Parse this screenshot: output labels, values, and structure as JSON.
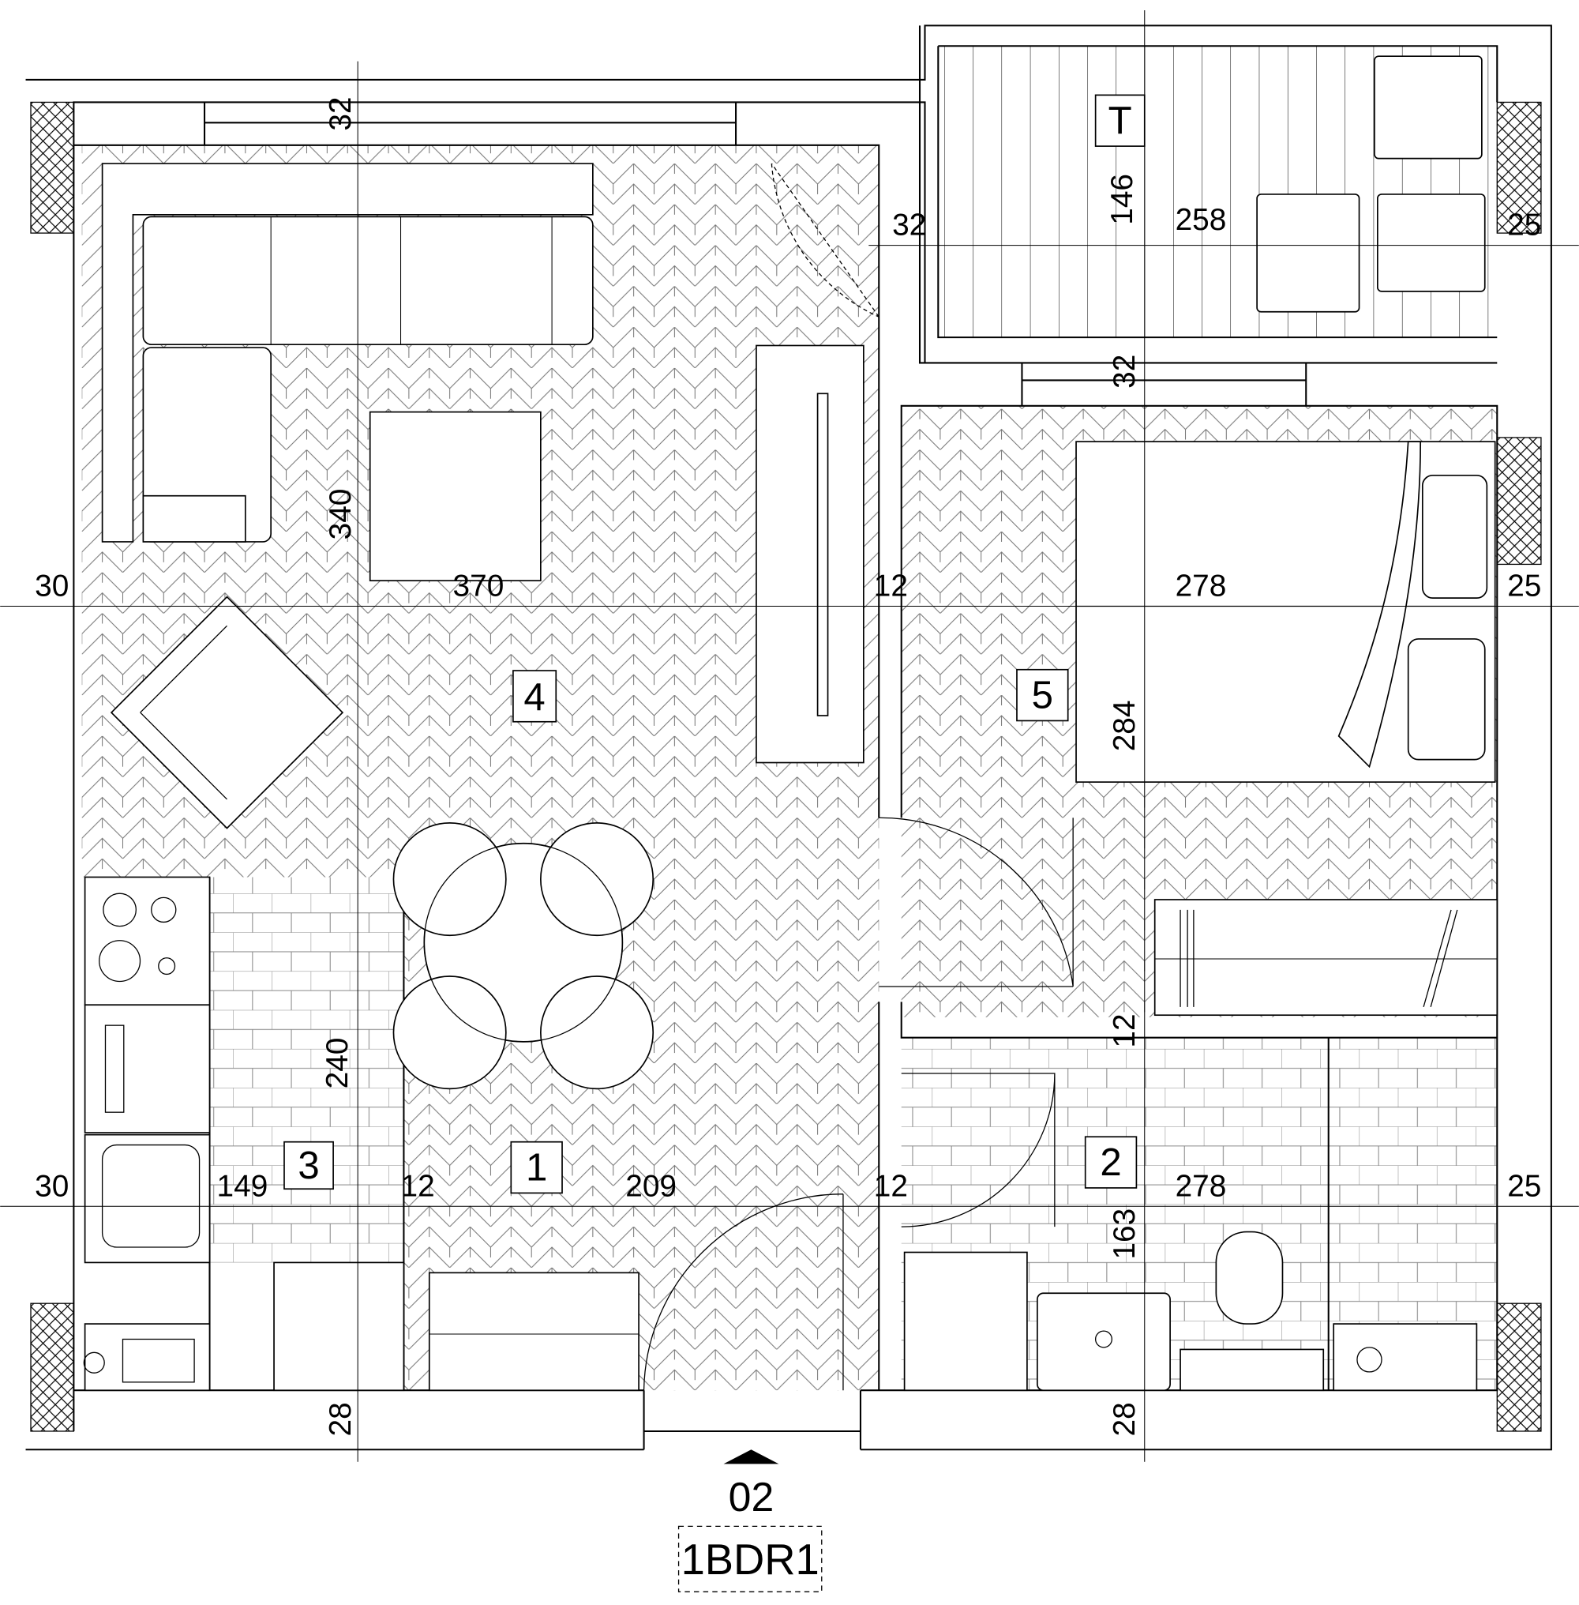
{
  "plan": {
    "unit_code": "1BDR1",
    "section_marker": "02",
    "rooms": {
      "living": "4",
      "hall": "1",
      "kitchen": "3",
      "bath": "2",
      "bedroom": "5",
      "terrace": "T"
    },
    "dimensions": {
      "top_wall_left": "32",
      "top_wall_right": "32",
      "terrace_door_wall": "32",
      "terrace_depth": "146",
      "terrace_width": "258",
      "terrace_right_wall": "25",
      "left_wall_upper": "30",
      "living_width": "370",
      "living_depth": "340",
      "partition_upper": "12",
      "bedroom_width": "278",
      "right_wall_mid": "25",
      "bedroom_depth": "284",
      "bath_wall": "12",
      "left_wall_lower": "30",
      "kitchen_width": "149",
      "kitchen_partition": "12",
      "kitchen_depth": "240",
      "hall_width": "209",
      "partition_lower": "12",
      "bath_width": "278",
      "right_wall_lower": "25",
      "bath_depth": "163",
      "bottom_wall_left": "28",
      "bottom_wall_right": "28"
    }
  }
}
